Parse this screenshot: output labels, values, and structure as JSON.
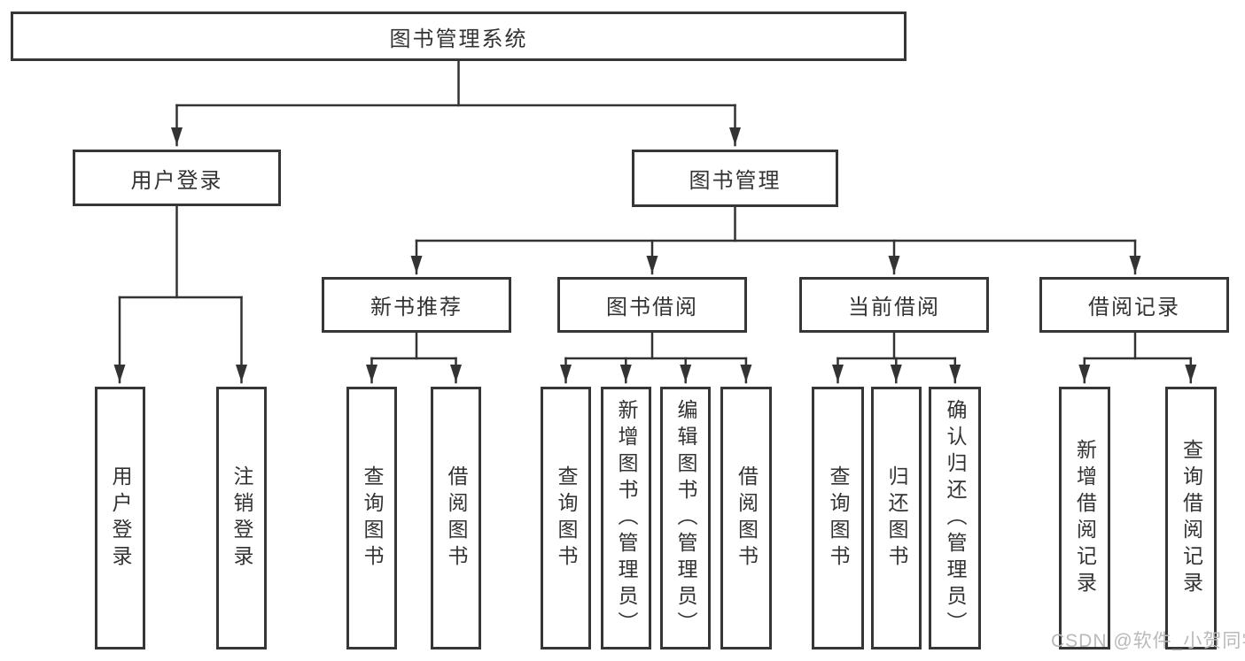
{
  "tree": {
    "root": "图书管理系统",
    "login": {
      "label": "用户登录",
      "children": [
        "用户登录",
        "注销登录"
      ]
    },
    "mgmt": {
      "label": "图书管理",
      "sections": [
        {
          "label": "新书推荐",
          "children": [
            "查询图书",
            "借阅图书"
          ]
        },
        {
          "label": "图书借阅",
          "children": [
            "查询图书",
            "新增图书（管理员）",
            "编辑图书（管理员）",
            "借阅图书"
          ]
        },
        {
          "label": "当前借阅",
          "children": [
            "查询图书",
            "归还图书",
            "确认归还（管理员）"
          ]
        },
        {
          "label": "借阅记录",
          "children": [
            "新增借阅记录",
            "查询借阅记录"
          ]
        }
      ]
    }
  },
  "watermark": "CSDN @软件_小贺同学",
  "colors": {
    "line": "#333333",
    "box_border": "#363636",
    "text": "#333333",
    "watermark": "#b9b9b9",
    "background": "#ffffff"
  }
}
